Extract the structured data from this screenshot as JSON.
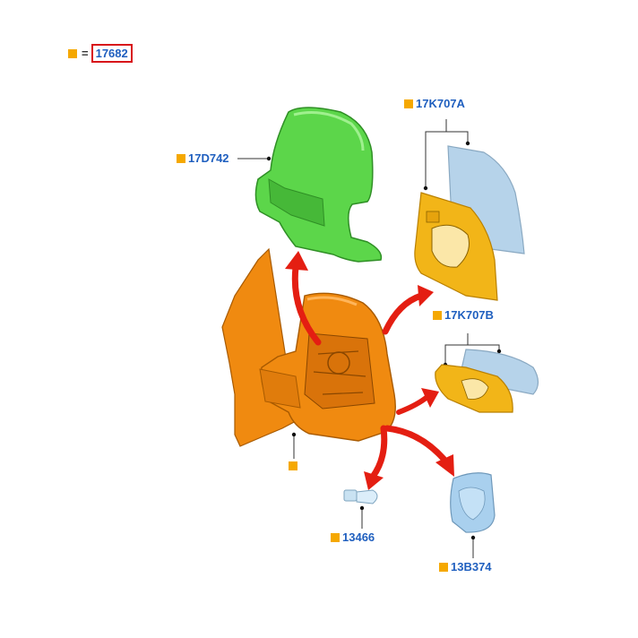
{
  "colors": {
    "label_text": "#1f5fbf",
    "marker": "#f5a800",
    "highlight_box": "#d8141a",
    "cover_green": "#5cd64a",
    "housing_orange": "#f08a10",
    "glass_yellow": "#f2b518",
    "glass_blue": "#b6d3ea",
    "arrow_red": "#e41e12"
  },
  "legend": {
    "marker": "square-marker",
    "equals": "=",
    "assembly": "17682"
  },
  "labels": {
    "cover": "17D742",
    "upper_glass": "17K707A",
    "lower_glass": "17K707B",
    "housing": "",
    "bulb": "13466",
    "lamp": "13B374"
  },
  "icons": [
    "mirror-cover-icon",
    "mirror-housing-icon",
    "upper-glass-icon",
    "lower-glass-icon",
    "bulb-icon",
    "side-lamp-icon"
  ]
}
